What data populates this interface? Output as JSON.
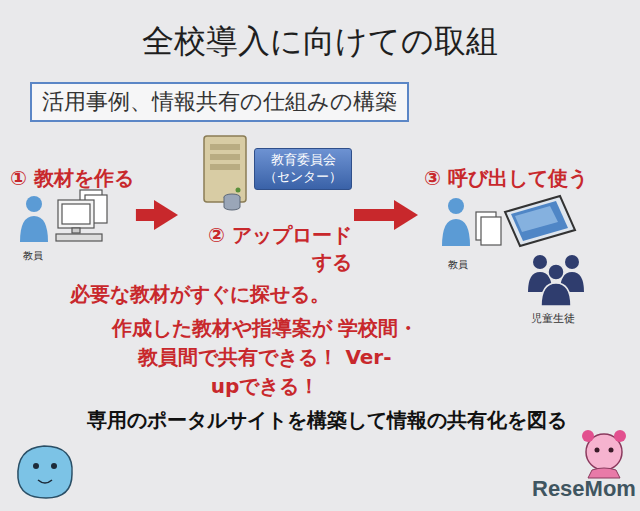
{
  "diagram": {
    "title": "全校導入に向けての取組",
    "nodes": [
      {
        "text": [
          "活用事例、情報共有の仕組みの構築"
        ]
      },
      {
        "text": [
          "① 教材を作る",
          "教員"
        ]
      },
      {
        "text": [
          "教育委員会 （センター）"
        ]
      },
      {
        "text": [
          "③ 呼び出して使う",
          "教員",
          "児童生徒"
        ]
      }
    ],
    "edges": [
      {
        "from": 1,
        "to": 2,
        "arrow": "to"
      },
      {
        "from": 2,
        "to": 3,
        "arrow": "to"
      }
    ],
    "labels": [
      "② アップロード する",
      "必要な教材がすぐに探せる。",
      "作成した教材や指導案が 学校間・教員間で共有できる！ Ver-upできる！",
      "専用のポータルサイトを構築して情報の共有化を図る",
      "ReseMom"
    ]
  }
}
